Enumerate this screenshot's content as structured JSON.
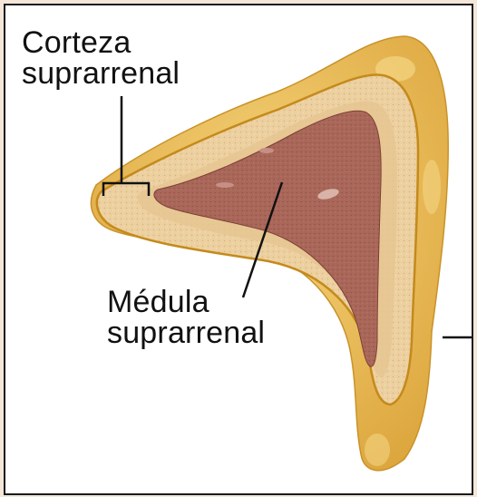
{
  "labels": {
    "cortex": {
      "line1": "Corteza",
      "line2": "suprarrenal"
    },
    "medulla": {
      "line1": "Médula",
      "line2": "suprarrenal"
    }
  },
  "colors": {
    "border": "#1a1a1a",
    "background": "#ffffff",
    "capsule_fat": "#e9b84c",
    "capsule_highlight": "#f3d27a",
    "cortex_line": "#c48a1c",
    "cortex": "#ecd0a0",
    "cortex_inner": "#e2bf8c",
    "medulla": "#a9675a",
    "medulla_dark": "#8d4c42",
    "leader_line": "#111111"
  }
}
